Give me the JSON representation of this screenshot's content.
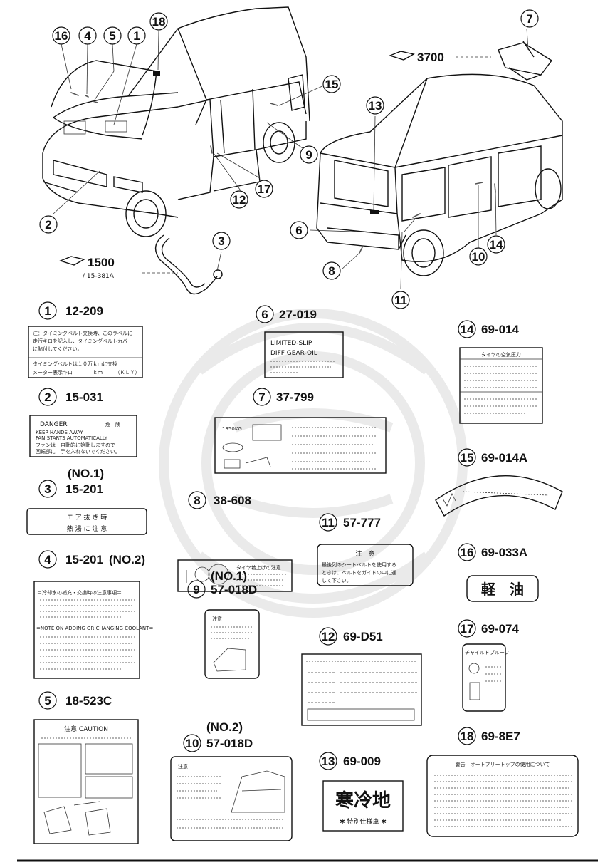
{
  "callouts": [
    "1",
    "2",
    "3",
    "4",
    "5",
    "6",
    "7",
    "8",
    "9",
    "10",
    "11",
    "12",
    "13",
    "14",
    "15",
    "16",
    "17",
    "18"
  ],
  "refs": {
    "r1500": "1500",
    "r15381": "/ 15-381A",
    "r3700": "3700"
  },
  "parts": [
    {
      "num": "1",
      "code": "12-209"
    },
    {
      "num": "2",
      "code": "15-031"
    },
    {
      "num": "3",
      "code": "15-201",
      "note": "(NO.1)"
    },
    {
      "num": "4",
      "code": "15-201",
      "note": "(NO.2)"
    },
    {
      "num": "5",
      "code": "18-523C"
    },
    {
      "num": "6",
      "code": "27-019"
    },
    {
      "num": "7",
      "code": "37-799"
    },
    {
      "num": "8",
      "code": "38-608"
    },
    {
      "num": "9",
      "code": "57-018D",
      "note": "(NO.1)"
    },
    {
      "num": "10",
      "code": "57-018D",
      "note": "(NO.2)"
    },
    {
      "num": "11",
      "code": "57-777"
    },
    {
      "num": "12",
      "code": "69-D51"
    },
    {
      "num": "13",
      "code": "69-009"
    },
    {
      "num": "14",
      "code": "69-014"
    },
    {
      "num": "15",
      "code": "69-014A"
    },
    {
      "num": "16",
      "code": "69-033A"
    },
    {
      "num": "17",
      "code": "69-074"
    },
    {
      "num": "18",
      "code": "69-8E7"
    }
  ],
  "labels": {
    "l1_line1": "注：タイミングベルト交換時、このラベルに",
    "l1_line2": "走行キロを記入し、タイミングベルトカバー",
    "l1_line3": "に貼付してください。",
    "l1_line4": "タイミングベルトは１０万ｋｍに交換",
    "l1_line5": "メーター表示キロ　　　　ｋｍ　　　（ＫＬＹ）",
    "l2_line1": "DANGER",
    "l2_jp1": "危　険",
    "l2_line2": "KEEP HANDS AWAY",
    "l2_line3": "FAN STARTS AUTOMATICALLY",
    "l2_jp2": "ファンは　自動的に始動しますので",
    "l2_jp3": "回転部に　手を入れないでください。",
    "l3_line1": "エ ア 抜 き 時",
    "l3_line2": "熱 湯 に 注 意",
    "l4_line1": "＝冷却水の補充・交換時の注意事項＝",
    "l4_line2": "=NOTE ON ADDING OR CHANGING COOLANT=",
    "l5_title": "注意 CAUTION",
    "l6_line1": "LIMITED-SLIP",
    "l6_line2": "DIFF GEAR-OIL",
    "l7_load": "1350KG",
    "l8_title": "タイヤ着上げの注意",
    "l9_title": "注意",
    "l10_title": "注意",
    "l11_title": "注　意",
    "l11_line1": "最後列のシートベルトを使用する",
    "l11_line2": "ときは、ベルトをガイドの中に通",
    "l11_line3": "して下さい。",
    "l13_line1": "寒冷地",
    "l13_line2": "✱ 特別仕様車 ✱",
    "l14_title": "タイヤの空気圧力",
    "l16_text": "軽　油",
    "l17_line1": "チャイルドプルーフ",
    "l18_title": "警告　オートフリートップの使用について"
  }
}
